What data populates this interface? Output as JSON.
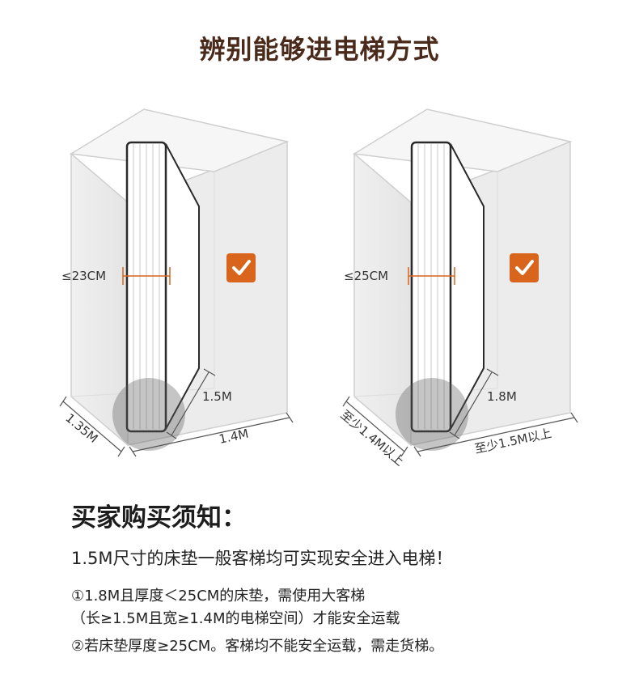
{
  "title": "辨别能够进电梯方式",
  "panels": [
    {
      "thickness_label": "≤23CM",
      "height_label": "1.5M",
      "width_label": "1.4M",
      "depth_label": "1.35M",
      "check_color": "#d9641b"
    },
    {
      "thickness_label": "≤25CM",
      "height_label": "1.8M",
      "width_label": "至少1.5M以上",
      "depth_label": "至少1.4M以上",
      "check_color": "#d9641b"
    }
  ],
  "notice": {
    "heading": "买家购买须知：",
    "lead": "1.5M尺寸的床垫一般客梯均可实现安全进入电梯！",
    "items": [
      "①1.8M且厚度＜25CM的床垫，需使用大客梯",
      "（长≥1.5M且宽≥1.4M的电梯空间）才能安全运载",
      "②若床垫厚度≥25CM。客梯均不能安全运载，需走货梯。"
    ]
  }
}
